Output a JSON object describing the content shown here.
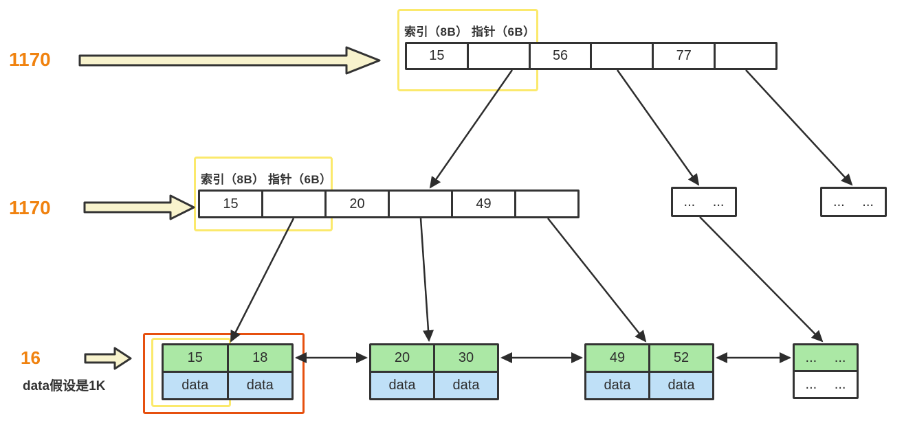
{
  "levels": {
    "root": {
      "capacity_label": "1170",
      "legend": "索引（8B） 指针（6B）",
      "cells": [
        "15",
        "",
        "56",
        "",
        "77",
        ""
      ]
    },
    "internal": {
      "capacity_label": "1170",
      "legend": "索引（8B） 指针（6B）",
      "cells": [
        "15",
        "",
        "20",
        "",
        "49",
        ""
      ],
      "collapsed_node_1": "... ...",
      "collapsed_node_2": "... ..."
    },
    "leaf": {
      "capacity_label": "16",
      "note": "data假设是1K",
      "pages": [
        {
          "keys": [
            "15",
            "18"
          ],
          "data": [
            "data",
            "data"
          ]
        },
        {
          "keys": [
            "20",
            "30"
          ],
          "data": [
            "data",
            "data"
          ]
        },
        {
          "keys": [
            "49",
            "52"
          ],
          "data": [
            "data",
            "data"
          ]
        },
        {
          "keys": [
            "... ..."
          ],
          "data": [
            "... ..."
          ]
        }
      ]
    }
  },
  "colors": {
    "index_cell_green": "#ABE8A5",
    "data_cell_blue": "#BFE0F7",
    "highlight_yellow": "#FBE96C",
    "highlight_orange": "#E6500F",
    "capacity_text_orange": "#F0820F",
    "block_arrow_cream": "#F8F3CD",
    "connector_black": "#2d2d2d"
  }
}
